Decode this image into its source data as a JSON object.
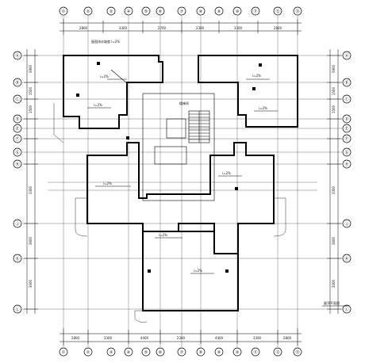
{
  "top_axes": [
    "①",
    "②",
    "③",
    "④",
    "⑤",
    "⑥",
    "⑦",
    "⑧",
    "⑨",
    "⑩",
    "⑪",
    "⑫",
    "⑬"
  ],
  "bottom_axes": [
    "①",
    "②",
    "③",
    "④",
    "⑤",
    "⑥",
    "⑦",
    "⑧",
    "⑨",
    "⑩",
    "⑪",
    "⑫",
    "⑬"
  ],
  "left_axes": [
    "Ⓐ",
    "Ⓑ",
    "Ⓒ",
    "Ⓓ",
    "Ⓔ",
    "Ⓕ",
    "Ⓖ",
    "Ⓗ",
    "Ⓙ",
    "Ⓚ",
    "Ⓛ"
  ],
  "right_axes": [
    "Ⓐ",
    "Ⓑ",
    "Ⓒ",
    "Ⓓ",
    "Ⓔ",
    "Ⓕ",
    "Ⓖ",
    "Ⓗ",
    "Ⓙ",
    "Ⓚ",
    "Ⓛ"
  ],
  "top_dims": [
    "2800",
    "3300",
    "2700",
    "2300",
    "3300",
    "2800"
  ],
  "bottom_dims": [
    "2800",
    "3300",
    "4400",
    "2300",
    "4400",
    "3300",
    "2800"
  ],
  "left_dims": [
    "3900",
    "1500",
    "1500",
    "3300",
    "3600",
    "3000"
  ],
  "right_dims": [
    "3900",
    "1500",
    "1500",
    "3300",
    "3600",
    "3000"
  ],
  "notes": {
    "roof_top": "屋面排水坡度 i=2%",
    "n1": "i=2%",
    "n2": "i=2%",
    "n3": "i=2%",
    "n4": "i=2%",
    "n5": "i=2%",
    "n6": "i=2%",
    "n7": "i=2%",
    "n8": "i=2%",
    "stair": "楼梯间",
    "title": "屋顶平面图"
  },
  "colors": {
    "line": "#000000",
    "thin": "#333333",
    "bg": "#ffffff"
  }
}
